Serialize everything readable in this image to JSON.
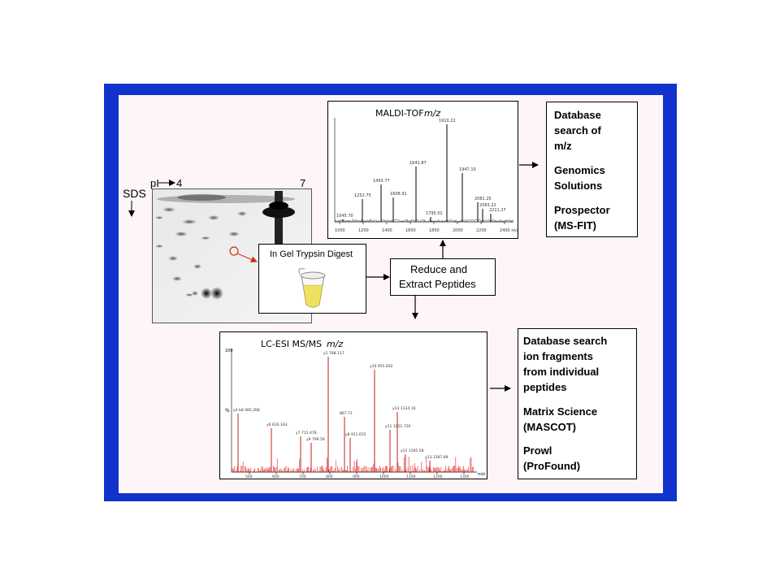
{
  "gel": {
    "sds_label": "SDS",
    "pi_label": "pI",
    "pi_low": "4",
    "pi_high": "7"
  },
  "digest": {
    "label": "In Gel Trypsin Digest"
  },
  "reduce": {
    "line1": "Reduce and",
    "line2": "Extract Peptides"
  },
  "maldi": {
    "title": "MALDI-TOF",
    "title_unit": "m/z",
    "peak_labels": [
      "1045.70",
      "1252.75",
      "1493.77",
      "1608.91",
      "1641.87",
      "1910.22",
      "1795.01",
      "1947.10",
      "2081.25",
      "2083.22",
      "2211.27"
    ],
    "x_ticks": [
      "1000",
      "1200",
      "1400",
      "1600",
      "1800",
      "2000",
      "2200",
      "2400 m/z"
    ]
  },
  "esi": {
    "title": "LC-ESI MS/MS",
    "title_unit": "m/z",
    "y_top": "100",
    "y_mid": "%",
    "peak_labels": [
      "y4 b8 485.268",
      "y6 633.163",
      "y7 711.478",
      "y9 799.56",
      "y1 788.117",
      "867.71",
      "y8 911.625",
      "y10 955.602",
      "y11 1051.729",
      "y13 1134.16",
      "y12 1195.58",
      "y13 1287.89"
    ],
    "x_ticks": [
      "500",
      "600",
      "700",
      "800",
      "900",
      "1000",
      "1100",
      "1200",
      "1300"
    ],
    "x_unit": "m/z"
  },
  "db1": {
    "lines": [
      "Database",
      "search of",
      "m/z",
      "Genomics",
      "Solutions",
      "Prospector",
      "(MS-FIT)"
    ]
  },
  "db2": {
    "lines": [
      "Database search",
      "ion fragments",
      "from individual",
      "peptides",
      "Matrix Science",
      "(MASCOT)",
      "Prowl",
      "(ProFound)"
    ]
  },
  "colors": {
    "frame": "#1133cc",
    "panel": "#fdf5fa",
    "esi_noise": "#e02020",
    "pointer": "#d03010",
    "tube": "#f0e060"
  },
  "icons": [
    "arrow-right-icon",
    "arrow-down-icon",
    "test-tube-icon"
  ]
}
